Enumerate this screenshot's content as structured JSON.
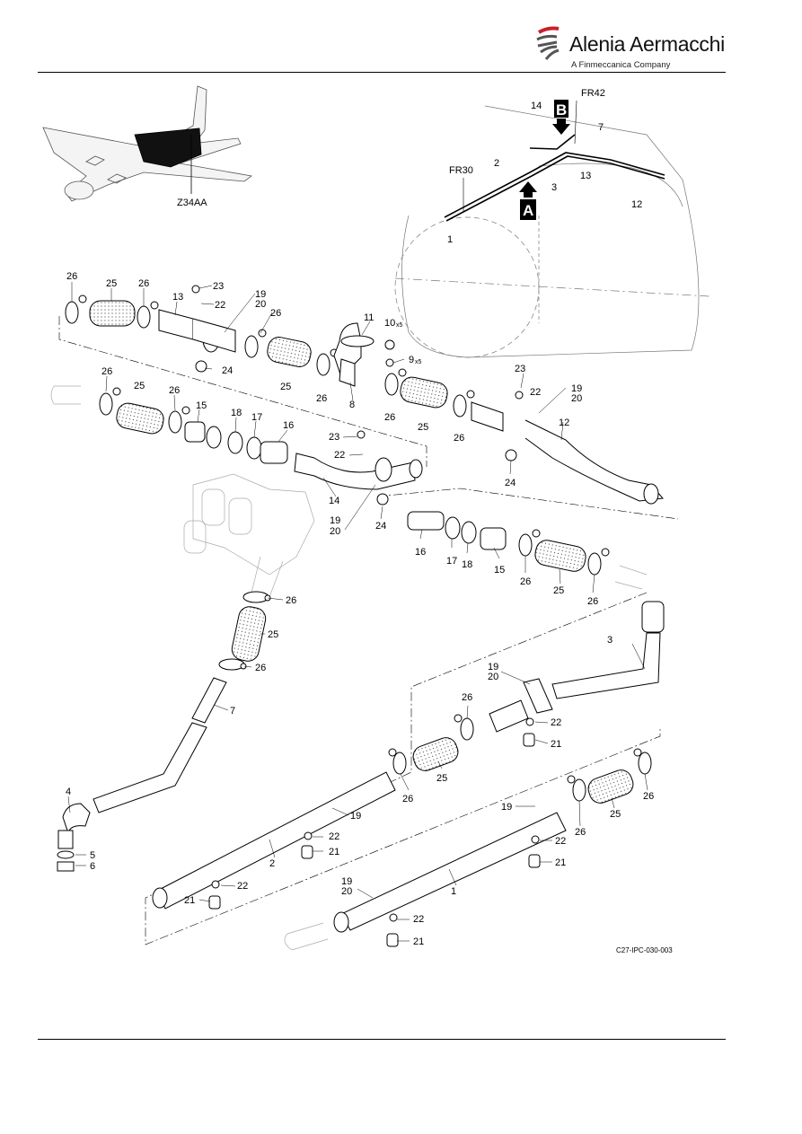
{
  "header": {
    "brand_name": "Alenia Aermacchi",
    "brand_subtitle": "A Finmeccanica Company"
  },
  "figure": {
    "zone_label": "Z34AA",
    "frame_labels": {
      "fr42": "FR42",
      "fr30": "FR30"
    },
    "view_letters": {
      "a": "A",
      "b": "B"
    },
    "drawing_ref": "C27-IPC-030-003",
    "quantity_suffix": "x5",
    "callouts": [
      {
        "id": "c1",
        "text": "1"
      },
      {
        "id": "c2",
        "text": "2"
      },
      {
        "id": "c3",
        "text": "3"
      },
      {
        "id": "c4",
        "text": "4"
      },
      {
        "id": "c5",
        "text": "5"
      },
      {
        "id": "c6",
        "text": "6"
      },
      {
        "id": "c7",
        "text": "7"
      },
      {
        "id": "c8",
        "text": "8"
      },
      {
        "id": "c9",
        "text": "9"
      },
      {
        "id": "c10",
        "text": "10"
      },
      {
        "id": "c11",
        "text": "11"
      },
      {
        "id": "c12",
        "text": "12"
      },
      {
        "id": "c13",
        "text": "13"
      },
      {
        "id": "c14",
        "text": "14"
      },
      {
        "id": "c15",
        "text": "15"
      },
      {
        "id": "c16",
        "text": "16"
      },
      {
        "id": "c17",
        "text": "17"
      },
      {
        "id": "c18",
        "text": "18"
      },
      {
        "id": "c19",
        "text": "19"
      },
      {
        "id": "c20",
        "text": "20"
      },
      {
        "id": "c21",
        "text": "21"
      },
      {
        "id": "c22",
        "text": "22"
      },
      {
        "id": "c23",
        "text": "23"
      },
      {
        "id": "c24",
        "text": "24"
      },
      {
        "id": "c25",
        "text": "25"
      },
      {
        "id": "c26",
        "text": "26"
      }
    ]
  }
}
